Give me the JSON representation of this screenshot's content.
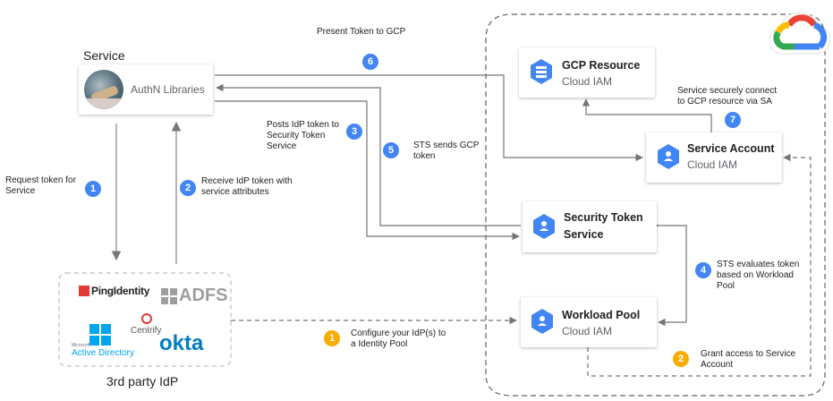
{
  "colors": {
    "step_blue": "#4285f4",
    "step_orange": "#f9ab00",
    "arrow": "#757575",
    "dash": "#616161"
  },
  "service": {
    "title": "Service",
    "library": "AuthN Libraries"
  },
  "idp": {
    "caption": "3rd party IdP",
    "logos": {
      "ping": "PingIdentity",
      "adfs": "ADFS",
      "centrify": "Centrify",
      "ad_small": "Microsoft",
      "ad": "Active Directory",
      "okta": "okta"
    }
  },
  "nodes": {
    "gcp_resource": {
      "title": "GCP Resource",
      "subtitle": "Cloud IAM"
    },
    "service_account": {
      "title": "Service Account",
      "subtitle": "Cloud IAM"
    },
    "sts": {
      "title_line1": "Security Token",
      "title_line2": "Service"
    },
    "workload_pool": {
      "title": "Workload Pool",
      "subtitle": "Cloud IAM"
    }
  },
  "steps": {
    "s1": {
      "n": "1",
      "text": [
        "Request token for",
        "Service"
      ]
    },
    "s2": {
      "n": "2",
      "text": [
        "Receive IdP token with",
        "service  attributes"
      ]
    },
    "s3": {
      "n": "3",
      "text": [
        "Posts IdP token to",
        "Security Token",
        "Service"
      ]
    },
    "s4": {
      "n": "4",
      "text": [
        "STS evaluates token",
        "based on Workload",
        "Pool"
      ]
    },
    "s5": {
      "n": "5",
      "text": [
        "STS sends GCP",
        "token"
      ]
    },
    "s6": {
      "n": "6",
      "text": [
        "Present Token to GCP"
      ]
    },
    "s7": {
      "n": "7",
      "text": [
        "Service securely connect",
        "to GCP resource via SA"
      ]
    },
    "o1": {
      "n": "1",
      "text": [
        "Configure  your IdP(s) to",
        "a Identity Pool"
      ]
    },
    "o2": {
      "n": "2",
      "text": [
        "Grant access to Service",
        "Account"
      ]
    }
  }
}
